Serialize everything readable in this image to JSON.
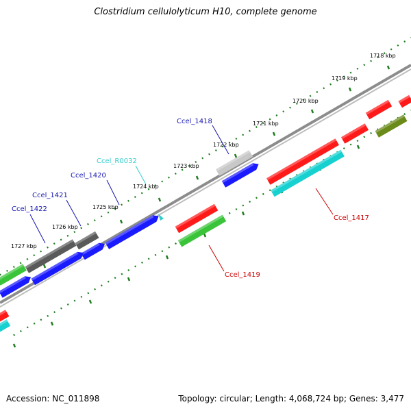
{
  "title": "Clostridium cellulolyticum H10, complete genome",
  "accession": "Accession: NC_011898",
  "summary": "Topology: circular; Length: 4,068,724 bp; Genes: 3,477",
  "colors": {
    "backbone": "#8c8c8c",
    "tick": "#1e7d1e",
    "forward": "#ff1a1a",
    "forward_cds": "#3ac43a",
    "reverse": "#1a1aff",
    "reverse_dark": "#5a5a5a",
    "cyan": "#17d0d0",
    "olive": "#6a8a1a",
    "light_gray": "#c8c8c8",
    "label_blue": "#1515b0",
    "label_red": "#cc0000",
    "label_cyan": "#33cccc"
  },
  "ticks": [
    "1718 kbp",
    "1719 kbp",
    "1720 kbp",
    "1721 kbp",
    "1722 kbp",
    "1723 kbp",
    "1724 kbp",
    "1725 kbp",
    "1726 kbp",
    "1727 kbp"
  ],
  "gene_labels": [
    {
      "name": "Ccel_1418",
      "color": "blue"
    },
    {
      "name": "Ccel_R0032",
      "color": "cyan"
    },
    {
      "name": "Ccel_1420",
      "color": "blue"
    },
    {
      "name": "Ccel_1421",
      "color": "blue"
    },
    {
      "name": "Ccel_1422",
      "color": "blue"
    },
    {
      "name": "Ccel_1417",
      "color": "red"
    },
    {
      "name": "Ccel_1419",
      "color": "red"
    }
  ]
}
